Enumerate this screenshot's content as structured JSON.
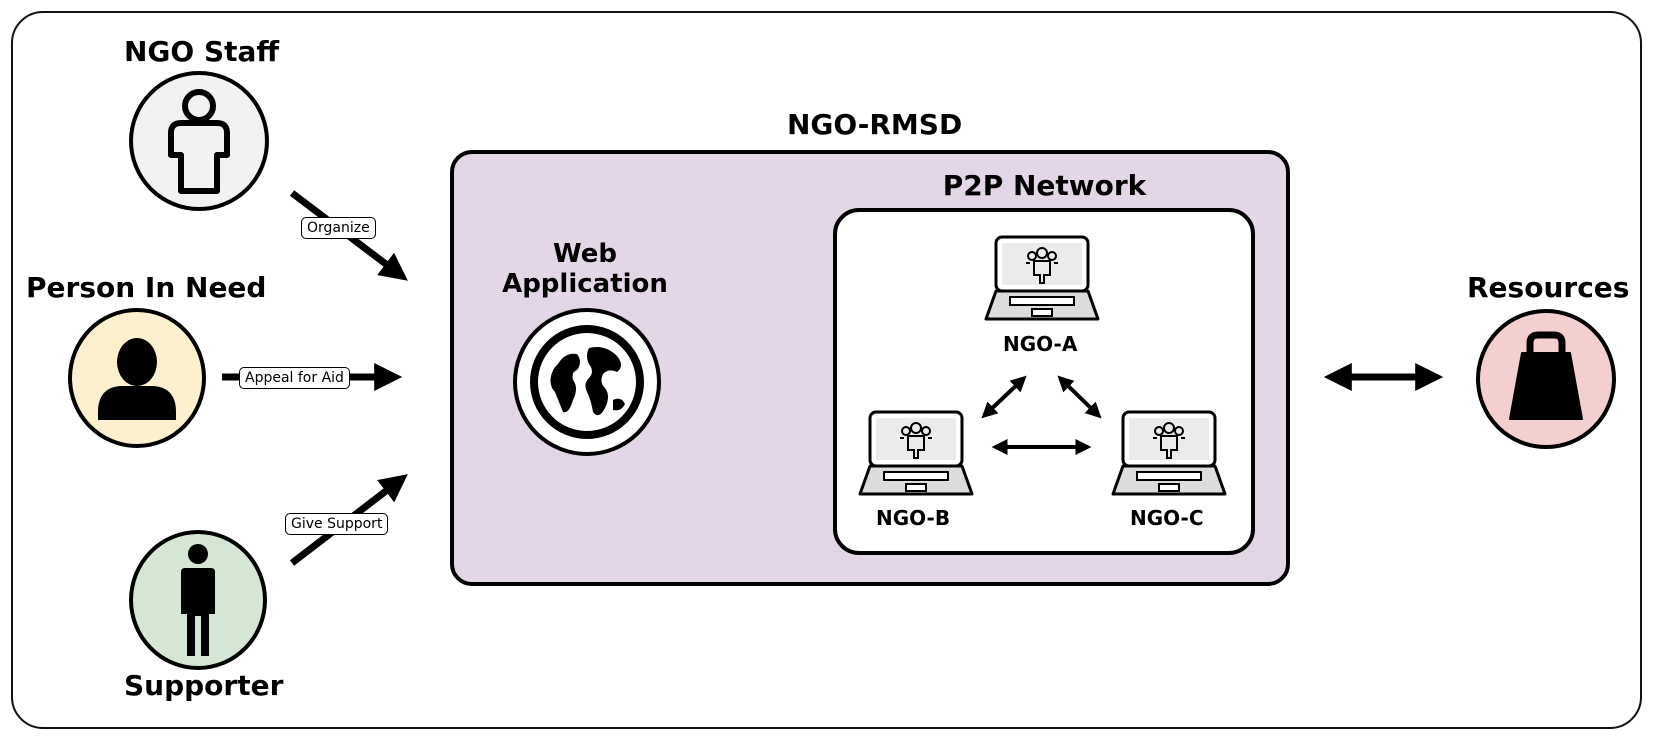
{
  "actors": {
    "ngo_staff": "NGO Staff",
    "person_in_need": "Person In Need",
    "supporter": "Supporter",
    "resources": "Resources"
  },
  "edges": {
    "organize": "Organize",
    "appeal": "Appeal for Aid",
    "give_support": "Give Support"
  },
  "system": {
    "title": "NGO-RMSD",
    "web_app": "Web\nApplication",
    "p2p_title": "P2P Network",
    "nodes": [
      "NGO-A",
      "NGO-B",
      "NGO-C"
    ]
  },
  "colors": {
    "staff_fill": "#f2f2f2",
    "person_fill": "#fdf0cf",
    "supporter_fill": "#d5e7d4",
    "resources_fill": "#f3cfcf",
    "system_fill": "#e2d6e7"
  },
  "icons": {
    "ngo_staff": "person-outline-icon",
    "person_in_need": "person-silhouette-icon",
    "supporter": "standing-person-icon",
    "web_app": "globe-icon",
    "resources": "weight-bag-icon",
    "nodes": "laptop-group-icon"
  }
}
